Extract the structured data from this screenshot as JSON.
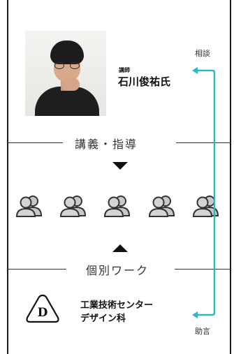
{
  "lecturer": {
    "role": "講師",
    "name": "石川俊祐氏"
  },
  "side_labels": {
    "top": "相談",
    "bottom": "助言"
  },
  "sections": {
    "lecture": "講義・指導",
    "individual": "個別ワーク"
  },
  "participants": {
    "count": 5,
    "icon": "people-group-icon"
  },
  "organization": {
    "logo_letter": "D",
    "name_line1": "工業技術センター",
    "name_line2": "デザイン科"
  },
  "colors": {
    "connector": "#2fb5c9",
    "text": "#222222",
    "icon_fill": "#c8c8c8",
    "icon_stroke": "#333333"
  }
}
